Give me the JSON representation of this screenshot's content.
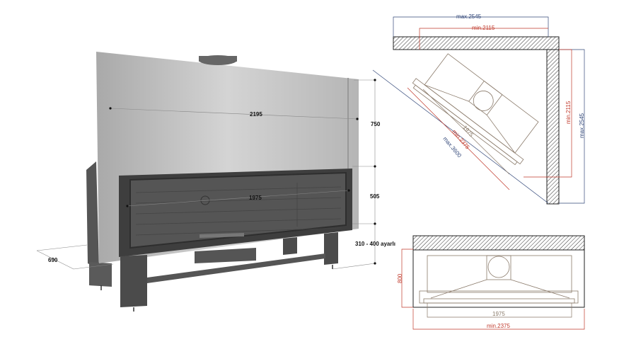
{
  "render_3d": {
    "labels": {
      "width_total": "2195",
      "opening_width": "1975",
      "hood_height": "750",
      "opening_height": "505",
      "leg_height": "310 - 400 ayarlı",
      "depth": "690"
    }
  },
  "corner_plan": {
    "labels": {
      "top_max": "max.2545",
      "top_min": "min.2115",
      "side_min": "min.2115",
      "side_max": "max.2545",
      "diag_inner": "1975",
      "diag_min": "min.2375",
      "diag_max": "max.3600"
    }
  },
  "front_plan": {
    "labels": {
      "depth": "800",
      "opening_width": "1975",
      "min_width": "min.2375"
    }
  },
  "colors": {
    "red_dim": "#c0392b",
    "blue_dim": "#34497a",
    "cad_line": "#8a7a6a"
  }
}
